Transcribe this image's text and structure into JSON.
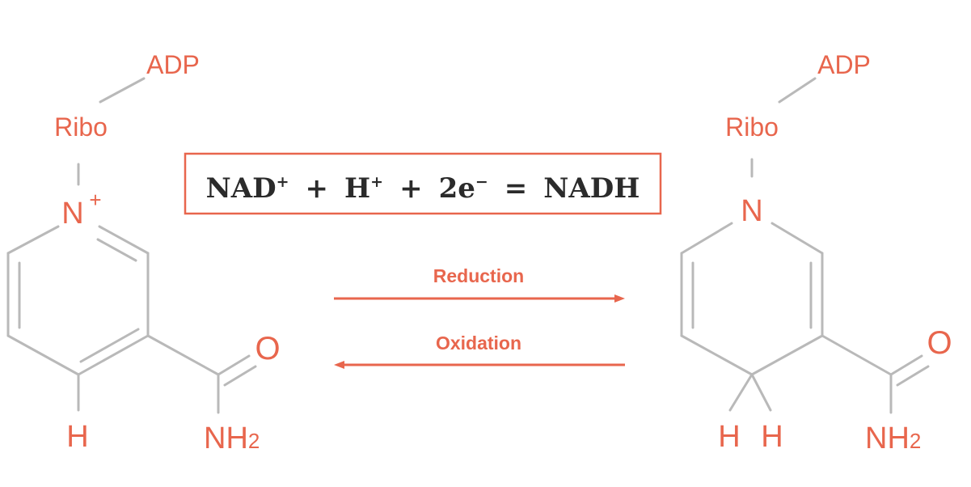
{
  "equation": {
    "nad": "NAD",
    "nad_sup": "+",
    "plus1": "+",
    "h": "H",
    "h_sup": "+",
    "plus2": "+",
    "electrons": "2e",
    "electrons_sup": "−",
    "equals": "=",
    "nadh": "NADH"
  },
  "arrows": {
    "reduction_label": "Reduction",
    "oxidation_label": "Oxidation"
  },
  "left_molecule": {
    "adp": "ADP",
    "ribo": "Ribo",
    "nitrogen": "N",
    "nitrogen_charge": "+",
    "hydrogen": "H",
    "oxygen": "O",
    "amide_n": "NH",
    "amide_sub": "2"
  },
  "right_molecule": {
    "adp": "ADP",
    "ribo": "Ribo",
    "nitrogen": "N",
    "hydrogen_1": "H",
    "hydrogen_2": "H",
    "oxygen": "O",
    "amide_n": "NH",
    "amide_sub": "2"
  },
  "colors": {
    "accent": "#e8664d",
    "bond": "#b9b9b9",
    "equation_text": "#2b2b2b"
  }
}
